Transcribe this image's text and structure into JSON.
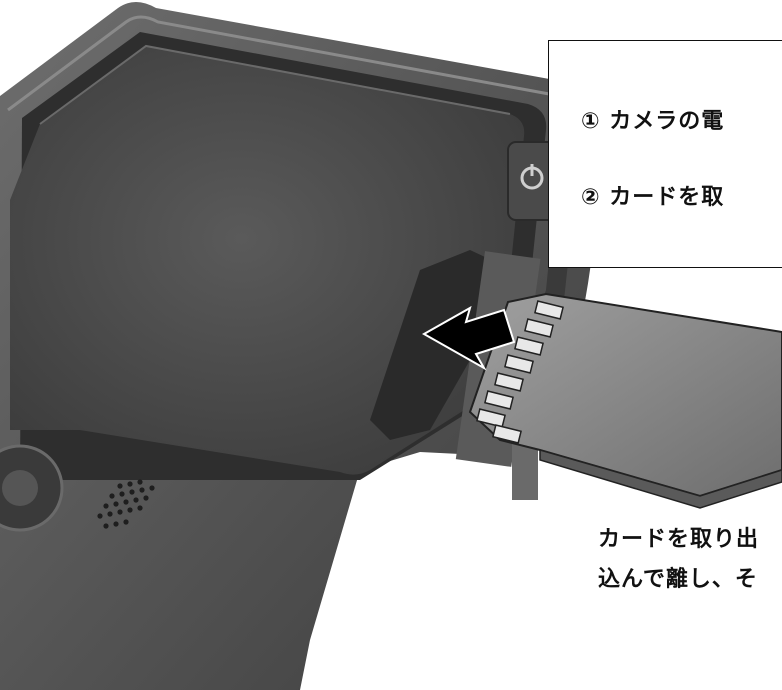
{
  "instructions": {
    "step1": "① カメラの電",
    "step2": "② カードを取"
  },
  "caption": {
    "line1": "カードを取り出",
    "line2": "込んで離し、そ"
  },
  "icons": {
    "power_button": "power-icon",
    "arrow": "insert-arrow-icon",
    "speaker": "speaker-grille-icon"
  },
  "colors": {
    "body": "#5a5a5a",
    "screen": "#4a4a4a",
    "card": "#888888",
    "arrow": "#000000"
  }
}
